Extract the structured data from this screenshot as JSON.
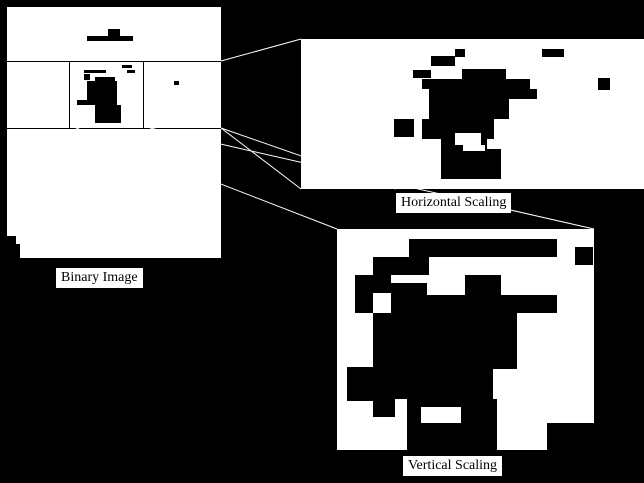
{
  "labels": {
    "binary_image": "Binary Image",
    "horizontal_scaling": "Horizontal Scaling",
    "vertical_scaling": "Vertical Scaling"
  },
  "colors": {
    "background": "#000000",
    "panel": "#ffffff",
    "ink": "#000000"
  }
}
